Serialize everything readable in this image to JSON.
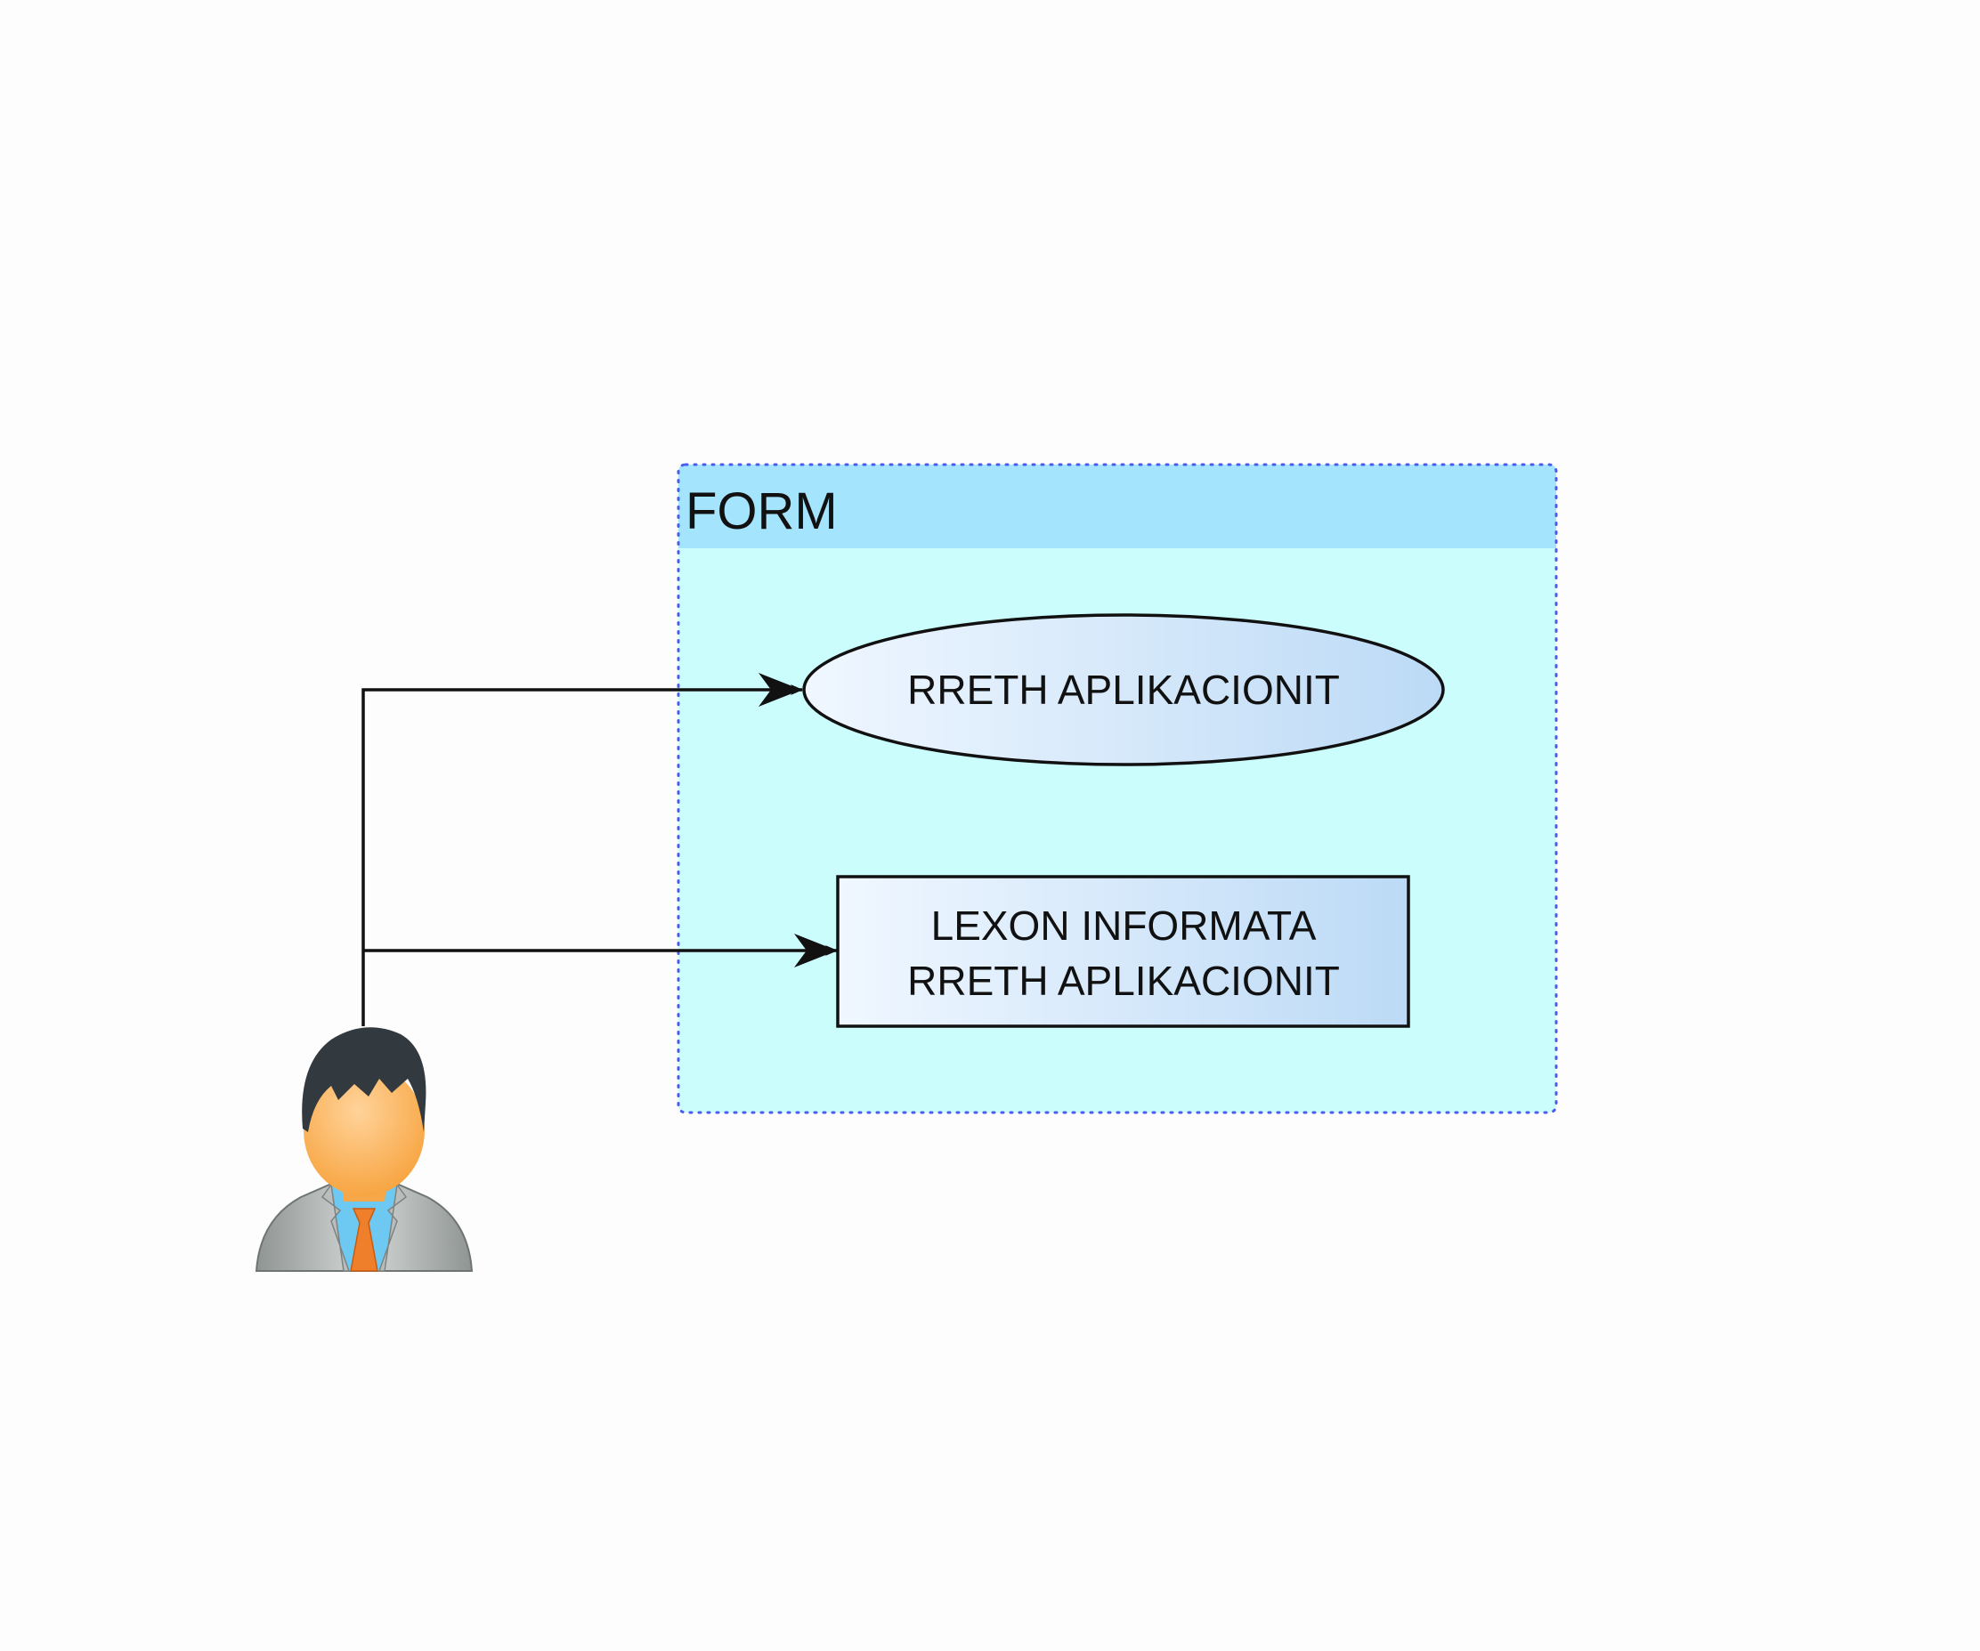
{
  "colors": {
    "background": "#fdfdfd",
    "container_fill": "#ccfdfd",
    "container_header": "#a4e4fc",
    "container_border": "#4a5cf0",
    "gradient_start": "#f0f7ff",
    "gradient_end": "#bcdaf6",
    "stroke": "#111111"
  },
  "container": {
    "title": "FORM"
  },
  "use_case": {
    "label": "RRETH APLIKACIONIT"
  },
  "action_box": {
    "line1": "LEXON INFORMATA",
    "line2": "RRETH APLIKACIONIT"
  },
  "actor": {
    "icon": "user-icon"
  },
  "connectors": [
    {
      "from": "actor",
      "to": "use_case",
      "style": "arrow"
    },
    {
      "from": "actor",
      "to": "action_box",
      "style": "arrow"
    }
  ]
}
